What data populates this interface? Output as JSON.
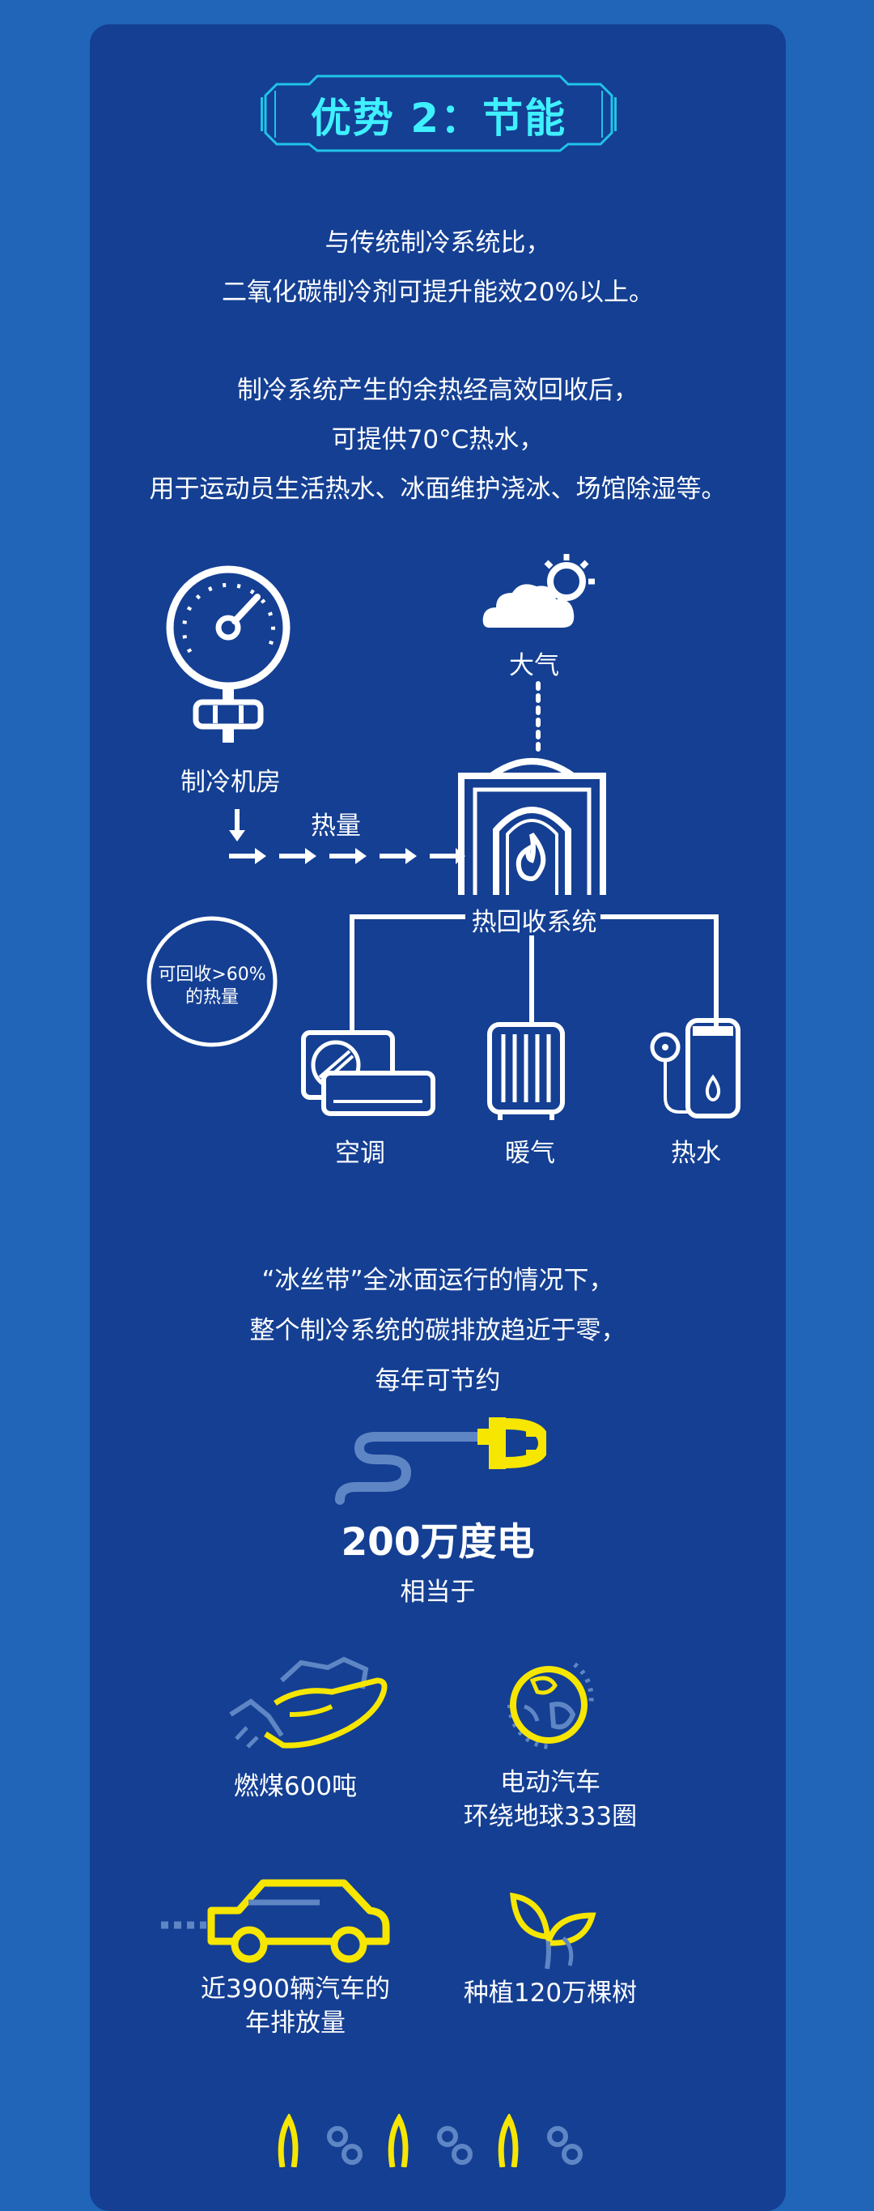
{
  "header": {
    "title": "优势 2：节能"
  },
  "intro": {
    "lines_1": [
      "与传统制冷系统比，",
      "二氧化碳制冷剂可提升能效20%以上。"
    ],
    "lines_2": [
      "制冷系统产生的余热经高效回收后，",
      "可提供70°C热水，",
      "用于运动员生活热水、冰面维护浇冰、场馆除湿等。"
    ]
  },
  "diagram": {
    "atmosphere_label": "大气",
    "machine_room_label": "制冷机房",
    "heat_label": "热量",
    "recovery_system_label": "热回收系统",
    "recovery_badge": [
      "可回收>60%",
      "的热量"
    ],
    "outputs": [
      "空调",
      "暖气",
      "热水"
    ]
  },
  "savings": {
    "lines": [
      "“冰丝带”全冰面运行的情况下，",
      "整个制冷系统的碳排放趋近于零，",
      "每年可节约"
    ],
    "amount": "200万度电",
    "equivalent": "相当于",
    "items": [
      {
        "text": [
          "燃煤600吨"
        ],
        "icon": "coal-hand-icon"
      },
      {
        "text": [
          "电动汽车",
          "环绕地球333圈"
        ],
        "icon": "globe-leaf-icon"
      },
      {
        "text": [
          "近3900辆汽车的",
          "年排放量"
        ],
        "icon": "car-icon"
      },
      {
        "text": [
          "种植120万棵树"
        ],
        "icon": "sprout-icon"
      }
    ]
  },
  "colors": {
    "background": "#2065b8",
    "card": "#143f93",
    "accent_cyan": "#3ff0ff",
    "accent_yellow": "#f6e600",
    "muted_blue": "#5f86c4"
  }
}
